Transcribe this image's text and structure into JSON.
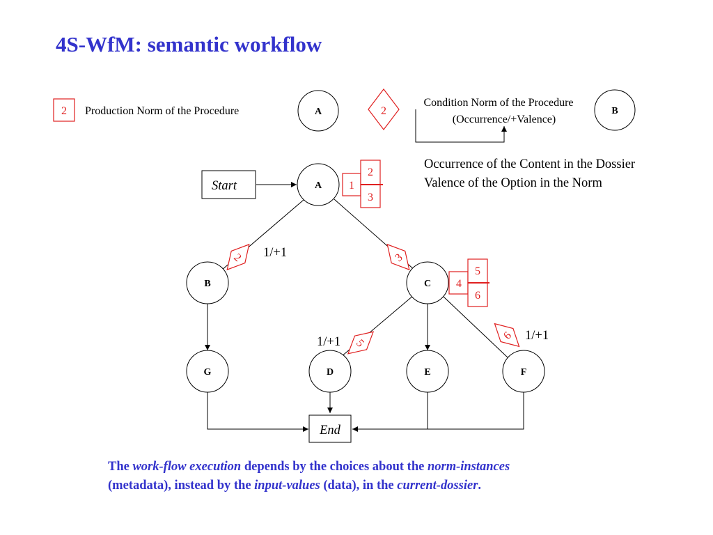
{
  "title": "4S-WfM: semantic workflow",
  "legend": {
    "production_number": "2",
    "production_label": "Production Norm of the Procedure",
    "node_a": "A",
    "condition_number": "2",
    "condition_label_line1": "Condition Norm of the Procedure",
    "condition_label_line2": "(Occurrence/+Valence)",
    "node_b": "B",
    "note_line1": "Occurrence of the Content in the Dossier",
    "note_line2": "Valence of the Option in the Norm"
  },
  "diagram": {
    "start": "Start",
    "end": "End",
    "nodes": {
      "a": "A",
      "b": "B",
      "c": "C",
      "d": "D",
      "e": "E",
      "f": "F",
      "g": "G"
    },
    "a_norms": {
      "production": "1",
      "cond_top": "2",
      "cond_bottom": "3"
    },
    "c_norms": {
      "production": "4",
      "cond_top": "5",
      "cond_bottom": "6"
    },
    "conditions": {
      "ab": "2",
      "ac": "3",
      "cd": "5",
      "cf": "6"
    },
    "edge_labels": {
      "ab": "1/+1",
      "cd": "1/+1",
      "cf": "1/+1"
    }
  },
  "caption": {
    "p1": "The ",
    "p2": "work-flow execution",
    "p3": " depends by the choices about the ",
    "p4": "norm-instances",
    "p5": "(metadata), instead by the ",
    "p6": "input-values",
    "p7": " (data), in the ",
    "p8": "current-dossier",
    "p9": "."
  },
  "colors": {
    "title": "#3333cc",
    "norm": "#e02020",
    "line": "#000000"
  }
}
